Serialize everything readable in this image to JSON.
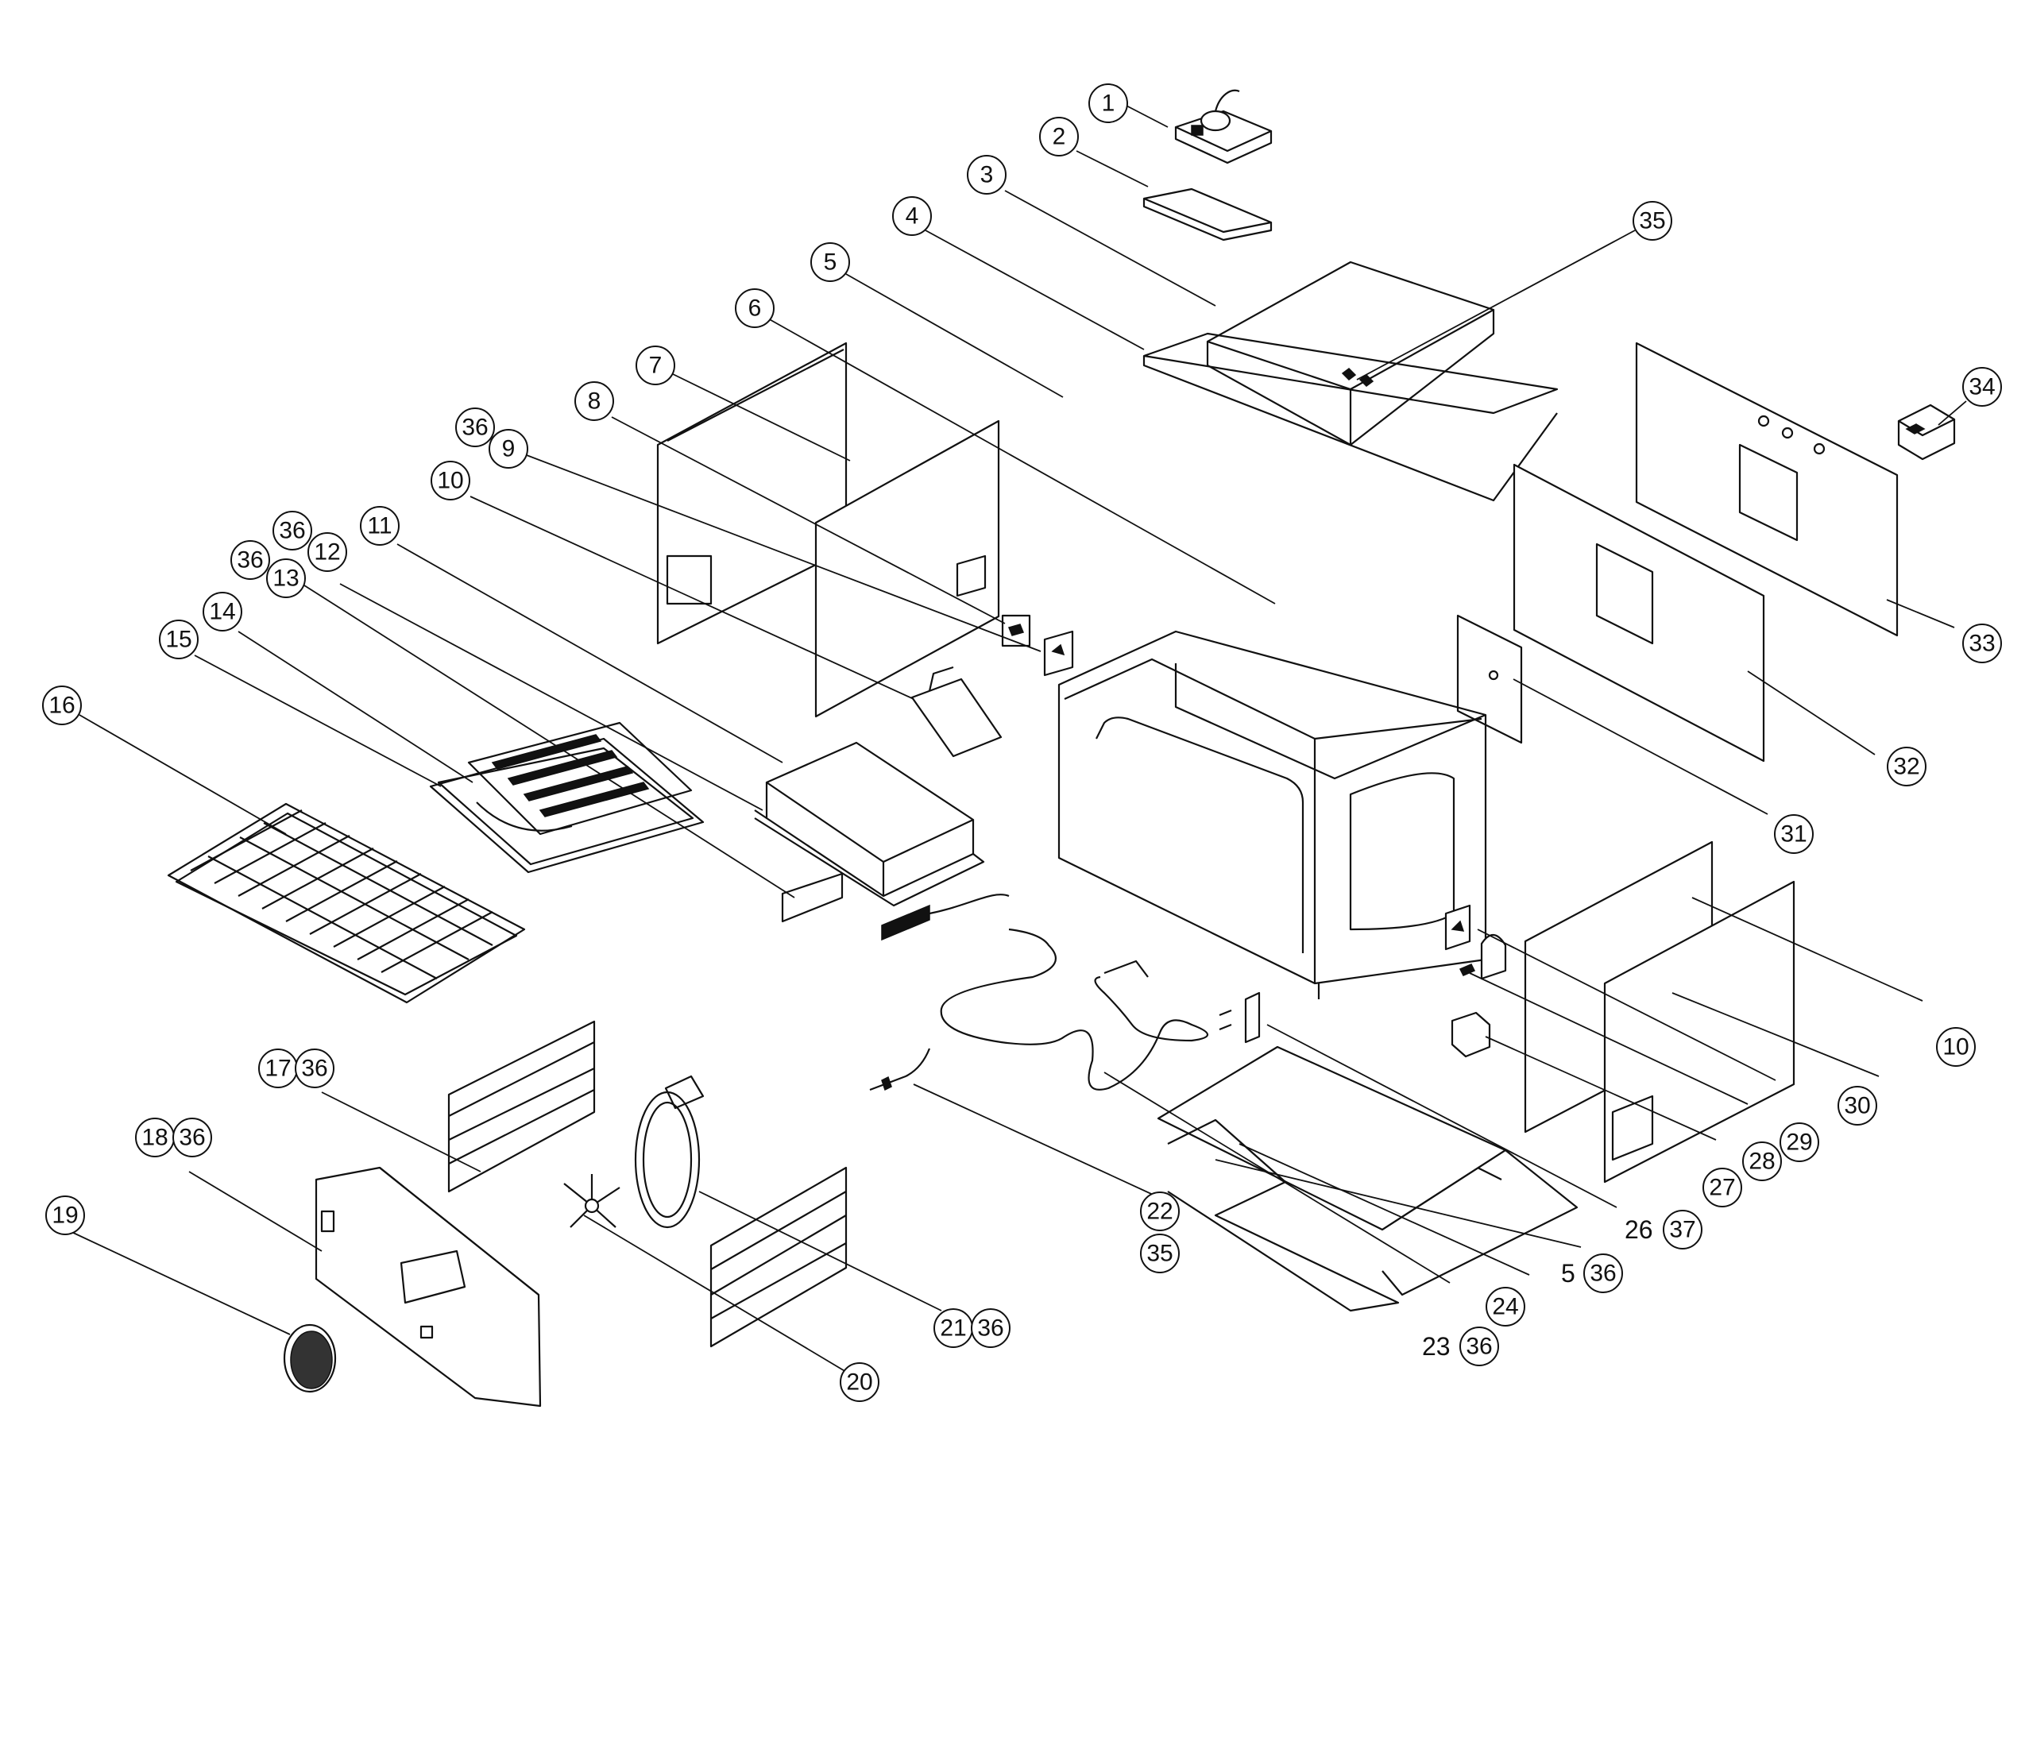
{
  "callouts": [
    {
      "id": "c1",
      "label": "1",
      "parts": [
        "1"
      ]
    },
    {
      "id": "c2",
      "label": "2",
      "parts": [
        "2"
      ]
    },
    {
      "id": "c3",
      "label": "3",
      "parts": [
        "3"
      ]
    },
    {
      "id": "c4",
      "label": "4",
      "parts": [
        "4"
      ]
    },
    {
      "id": "c5a",
      "label": "5",
      "parts": [
        "5"
      ]
    },
    {
      "id": "c6",
      "label": "6",
      "parts": [
        "6"
      ]
    },
    {
      "id": "c7",
      "label": "7",
      "parts": [
        "7"
      ]
    },
    {
      "id": "c8",
      "label": "8",
      "parts": [
        "8"
      ]
    },
    {
      "id": "c9",
      "label": "36 9",
      "parts": [
        "36",
        "9"
      ]
    },
    {
      "id": "c10a",
      "label": "10",
      "parts": [
        "10"
      ]
    },
    {
      "id": "c11",
      "label": "11",
      "parts": [
        "11"
      ]
    },
    {
      "id": "c12",
      "label": "36 12",
      "parts": [
        "36",
        "12"
      ]
    },
    {
      "id": "c13",
      "label": "36 13",
      "parts": [
        "36",
        "13"
      ]
    },
    {
      "id": "c14",
      "label": "14",
      "parts": [
        "14"
      ]
    },
    {
      "id": "c15",
      "label": "15",
      "parts": [
        "15"
      ]
    },
    {
      "id": "c16",
      "label": "16",
      "parts": [
        "16"
      ]
    },
    {
      "id": "c17",
      "label": "17 36",
      "parts": [
        "17",
        "36"
      ]
    },
    {
      "id": "c18",
      "label": "18 36",
      "parts": [
        "18",
        "36"
      ]
    },
    {
      "id": "c19",
      "label": "19",
      "parts": [
        "19"
      ]
    },
    {
      "id": "c20",
      "label": "20",
      "parts": [
        "20"
      ]
    },
    {
      "id": "c21",
      "label": "21 36",
      "parts": [
        "21",
        "36"
      ]
    },
    {
      "id": "c22",
      "label": "22 35",
      "parts": [
        "22",
        "35"
      ]
    },
    {
      "id": "c23",
      "label": "23 36",
      "parts": [
        "23",
        "36"
      ]
    },
    {
      "id": "c24",
      "label": "24",
      "parts": [
        "24"
      ]
    },
    {
      "id": "c5b",
      "label": "5 36",
      "parts": [
        "5",
        "36"
      ]
    },
    {
      "id": "c26",
      "label": "26 37",
      "parts": [
        "26",
        "37"
      ]
    },
    {
      "id": "c27",
      "label": "27",
      "parts": [
        "27"
      ]
    },
    {
      "id": "c28",
      "label": "28",
      "parts": [
        "28"
      ]
    },
    {
      "id": "c29",
      "label": "29",
      "parts": [
        "29"
      ]
    },
    {
      "id": "c30",
      "label": "30",
      "parts": [
        "30"
      ]
    },
    {
      "id": "c10b",
      "label": "10",
      "parts": [
        "10"
      ]
    },
    {
      "id": "c31",
      "label": "31",
      "parts": [
        "31"
      ]
    },
    {
      "id": "c32",
      "label": "32",
      "parts": [
        "32"
      ]
    },
    {
      "id": "c33",
      "label": "33",
      "parts": [
        "33"
      ]
    },
    {
      "id": "c34",
      "label": "34",
      "parts": [
        "34"
      ]
    },
    {
      "id": "c35",
      "label": "35",
      "parts": [
        "35"
      ]
    }
  ]
}
